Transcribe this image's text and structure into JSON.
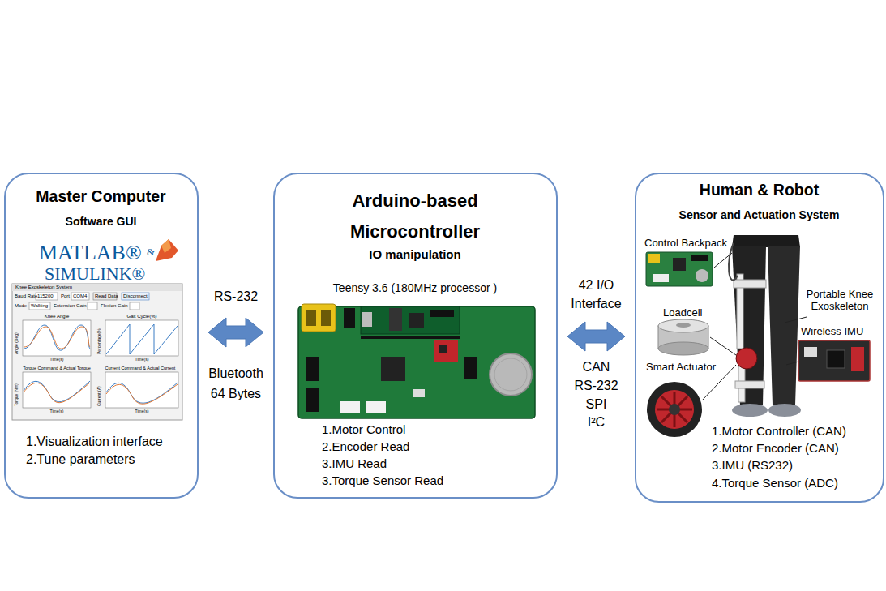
{
  "diagram": {
    "nodes": [
      {
        "text": [
          "Master Computer",
          "Software GUI",
          "1.Visualization interface",
          "2.Tune parameters"
        ]
      },
      {
        "text": [
          "Arduino-based Microcontroller",
          "IO manipulation",
          "Teensy 3.6 (180MHz processor )",
          "1.Motor Control",
          "2.Encoder Read",
          "3.IMU Read",
          "3.Torque Sensor Read"
        ]
      },
      {
        "text": [
          "Human & Robot",
          "Sensor and Actuation System",
          "1.Motor Controller (CAN)",
          "2.Motor Encoder (CAN)",
          "3.IMU (RS232)",
          "4.Torque Sensor (ADC)"
        ]
      }
    ],
    "edges": [
      {
        "from": 0,
        "to": 1,
        "arrow": "both",
        "label": "RS-232"
      },
      {
        "from": 1,
        "to": 2,
        "arrow": "both",
        "label": "42 I/O Interface"
      }
    ],
    "labels": [
      "MATLAB®",
      "&",
      "SIMULINK®",
      "Knee Exoskeleton System",
      "Baud Rate",
      "115200",
      "Port",
      "COM4",
      "Read Data",
      "Disconnect",
      "Mode",
      "Walking",
      "Extension Gain",
      "Flexion Gain",
      "Knee Angle",
      "Gait Cycle(%)",
      "Angle (Deg)",
      "Time(s)",
      "Percentage(%)",
      "Time(s)",
      "Torque Command & Actual Torque",
      "Current Command & Actual Current",
      "Torque (Nm)",
      "Time(s)",
      "Current (A)",
      "Time(s)",
      "Bluetooth 64 Bytes",
      "CAN",
      "RS-232",
      "SPI",
      "I²C",
      "Control Backpack",
      "Loadcell",
      "Smart Actuator",
      "Portable Knee Exoskeleton",
      "Wireless IMU"
    ]
  }
}
